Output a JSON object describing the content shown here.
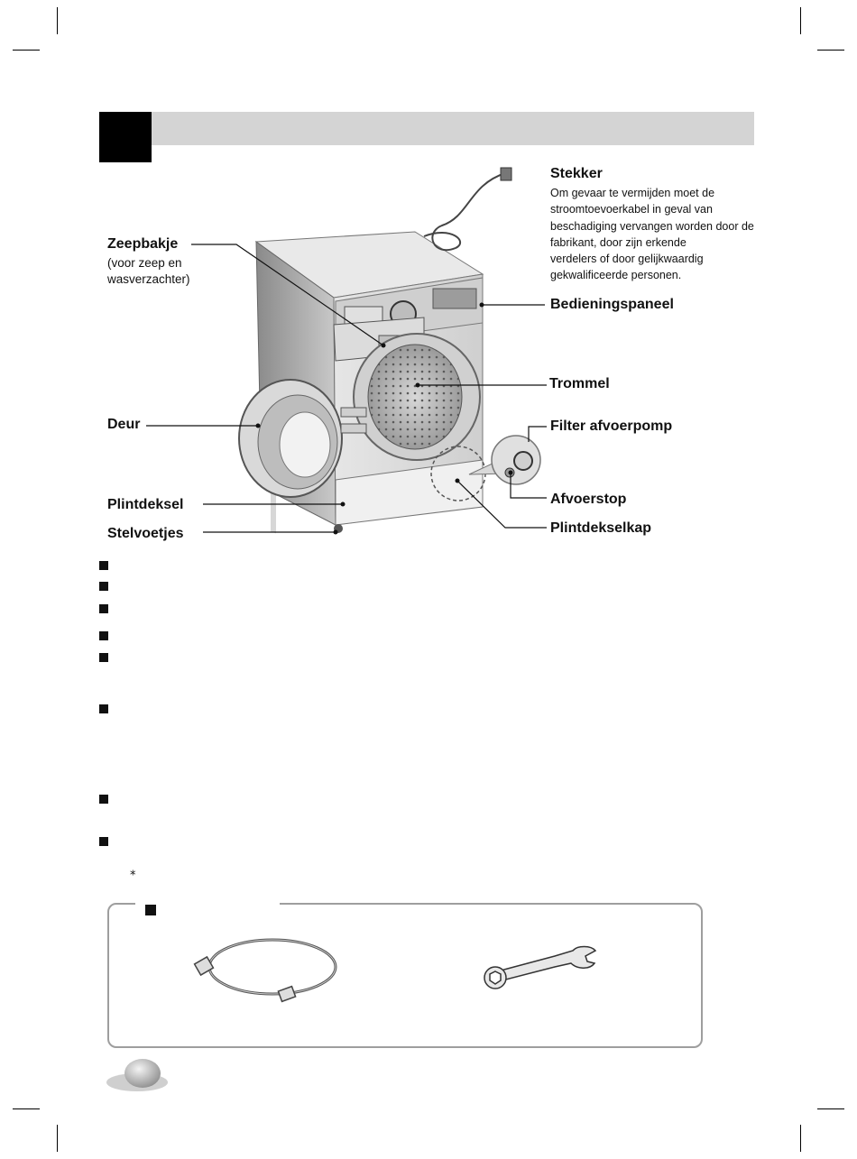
{
  "labels": {
    "stekker": "Stekker",
    "stekker_desc": [
      "Om gevaar te vermijden moet de",
      "stroomtoevoerkabel in geval van",
      "beschadiging vervangen worden door de",
      "fabrikant, door zijn erkende",
      "verdelers of door gelijkwaardig",
      "gekwalificeerde personen."
    ],
    "zeepbakje": "Zeepbakje",
    "zeepbakje_sub": [
      "(voor zeep en",
      "wasverzachter)"
    ],
    "bedieningspaneel": "Bedieningspaneel",
    "trommel": "Trommel",
    "deur": "Deur",
    "filter": "Filter afvoerpomp",
    "plintdeksel": "Plintdeksel",
    "afvoerstop": "Afvoerstop",
    "stelvoetjes": "Stelvoetjes",
    "plintdekselkap": "Plintdekselkap"
  },
  "asterisk": "⁎"
}
